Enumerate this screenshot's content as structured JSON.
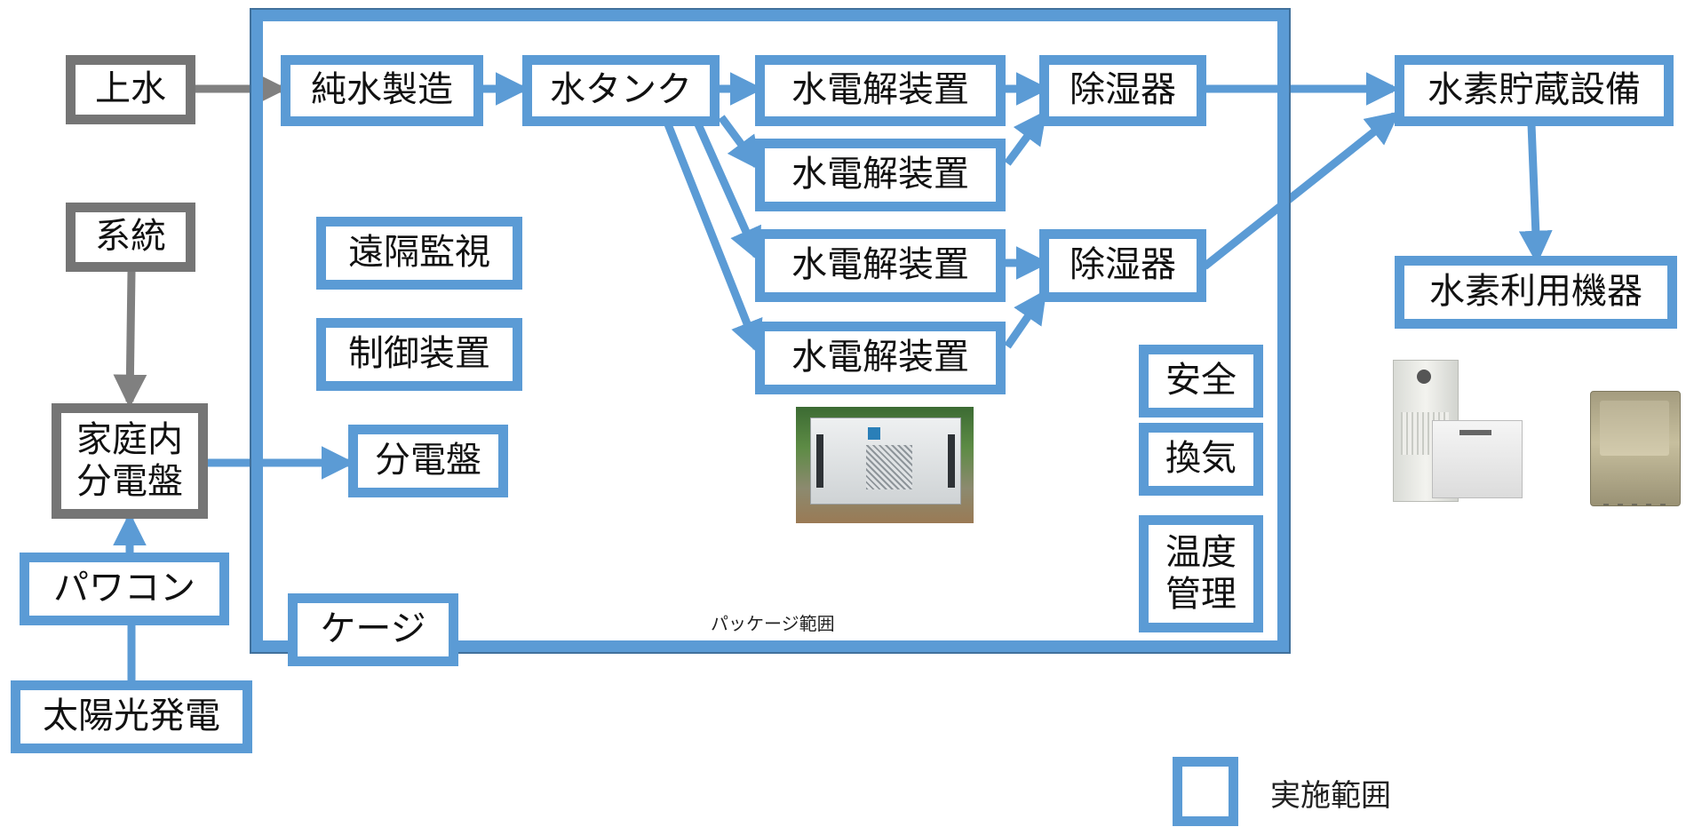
{
  "colors": {
    "blue_border": "#5b9bd5",
    "blue_outline": "#41719c",
    "gray_border": "#757575",
    "blue_arrow": "#5b9bd5",
    "gray_arrow": "#808080"
  },
  "nodes": {
    "jousui": "上水",
    "keitou": "系統",
    "katei_line1": "家庭内",
    "katei_line2": "分電盤",
    "pawakon": "パワコン",
    "taiyoukou": "太陽光発電",
    "junsui": "純水製造",
    "mizu_tank": "水タンク",
    "electrolyzer_1": "水電解装置",
    "electrolyzer_2": "水電解装置",
    "electrolyzer_3": "水電解装置",
    "electrolyzer_4": "水電解装置",
    "dehumidifier_1": "除湿器",
    "dehumidifier_2": "除湿器",
    "enkaku": "遠隔監視",
    "seigyo": "制御装置",
    "bundenban": "分電盤",
    "cage": "ケージ",
    "anzen": "安全",
    "kanki": "換気",
    "ondo_line1": "温度",
    "ondo_line2": "管理",
    "storage": "水素貯蔵設備",
    "usage": "水素利用機器"
  },
  "package_label": "パッケージ範囲",
  "legend": {
    "label": "実施範囲"
  },
  "icons": {
    "electrolyzer_photo": "electrolyzer-photo",
    "appliance_photos": [
      "fuel-cell-unit-photo",
      "storage-battery-photo",
      "water-heater-photo"
    ]
  }
}
